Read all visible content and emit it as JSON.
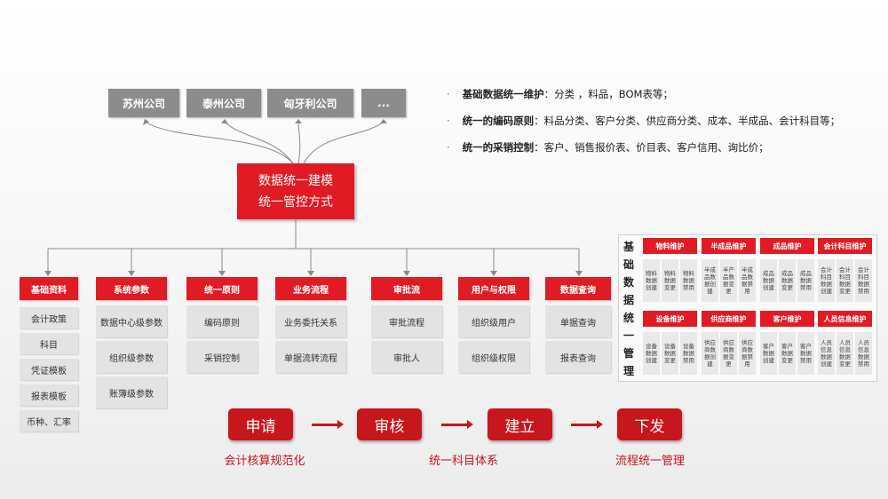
{
  "companies": [
    "苏州公司",
    "泰州公司",
    "匈牙利公司",
    "..."
  ],
  "center": {
    "line1": "数据统一建模",
    "line2": "统一管控方式"
  },
  "bullets": [
    {
      "bold": "基础数据统一维护",
      "rest": "：分类 ，料品，BOM表等；"
    },
    {
      "bold": "统一的编码原则",
      "rest": "：料品分类、客户分类、供应商分类、成本、半成品、会计科目等；"
    },
    {
      "bold": "统一的采销控制",
      "rest": "：客户、销售报价表、价目表、客户信用、询比价；"
    }
  ],
  "categories": [
    {
      "title": "基础资料",
      "items": [
        "会计政策",
        "科目",
        "凭证模板",
        "报表模板",
        "币种、汇率"
      ]
    },
    {
      "title": "系统参数",
      "items": [
        "数据中心级参数",
        "组织级参数",
        "账簿级参数"
      ]
    },
    {
      "title": "统一原则",
      "items": [
        "编码原则",
        "采销控制"
      ]
    },
    {
      "title": "业务流程",
      "items": [
        "业务委托关系",
        "单据流转流程"
      ]
    },
    {
      "title": "审批流",
      "items": [
        "审批流程",
        "审批人"
      ]
    },
    {
      "title": "用户与权限",
      "items": [
        "组织级用户",
        "组织级权限"
      ]
    },
    {
      "title": "数据查询",
      "items": [
        "单据查询",
        "报表查询"
      ]
    }
  ],
  "right_panel": {
    "title_chars": [
      "基",
      "础",
      "数",
      "据",
      "统",
      "一",
      "管",
      "理"
    ],
    "groups": [
      {
        "title": "物料维护",
        "cells": [
          "物料数据创建",
          "物料数据变更",
          "物料数据禁用"
        ]
      },
      {
        "title": "半成品维护",
        "cells": [
          "半成品数据创建",
          "半产品数据变更",
          "半成品数据禁用"
        ]
      },
      {
        "title": "成品维护",
        "cells": [
          "成品数据创建",
          "成品数据变更",
          "成品数据禁用"
        ]
      },
      {
        "title": "会计科目维护",
        "cells": [
          "会计科目数据创建",
          "会计科目数据变更",
          "会计科目数据禁用"
        ]
      },
      {
        "title": "设备维护",
        "cells": [
          "设备数据创建",
          "设备数据变更",
          "设备数据禁用"
        ]
      },
      {
        "title": "供应商维护",
        "cells": [
          "供应商数据创建",
          "供应商数据变更",
          "供应商数据禁用"
        ]
      },
      {
        "title": "客户维护",
        "cells": [
          "客户数据创建",
          "客户数据变更",
          "客户数据禁用"
        ]
      },
      {
        "title": "人员信息维护",
        "cells": [
          "人员信息数据创建",
          "人员信息数据变更",
          "人员信息数据禁用"
        ]
      }
    ]
  },
  "flow": {
    "steps": [
      "申请",
      "审核",
      "建立",
      "下发"
    ],
    "captions": [
      "会计核算规范化",
      "统一科目体系",
      "流程统一管理"
    ]
  },
  "colors": {
    "accent": "#e01b24",
    "dark_red": "#c8161d",
    "gray": "#8c8c8c"
  }
}
